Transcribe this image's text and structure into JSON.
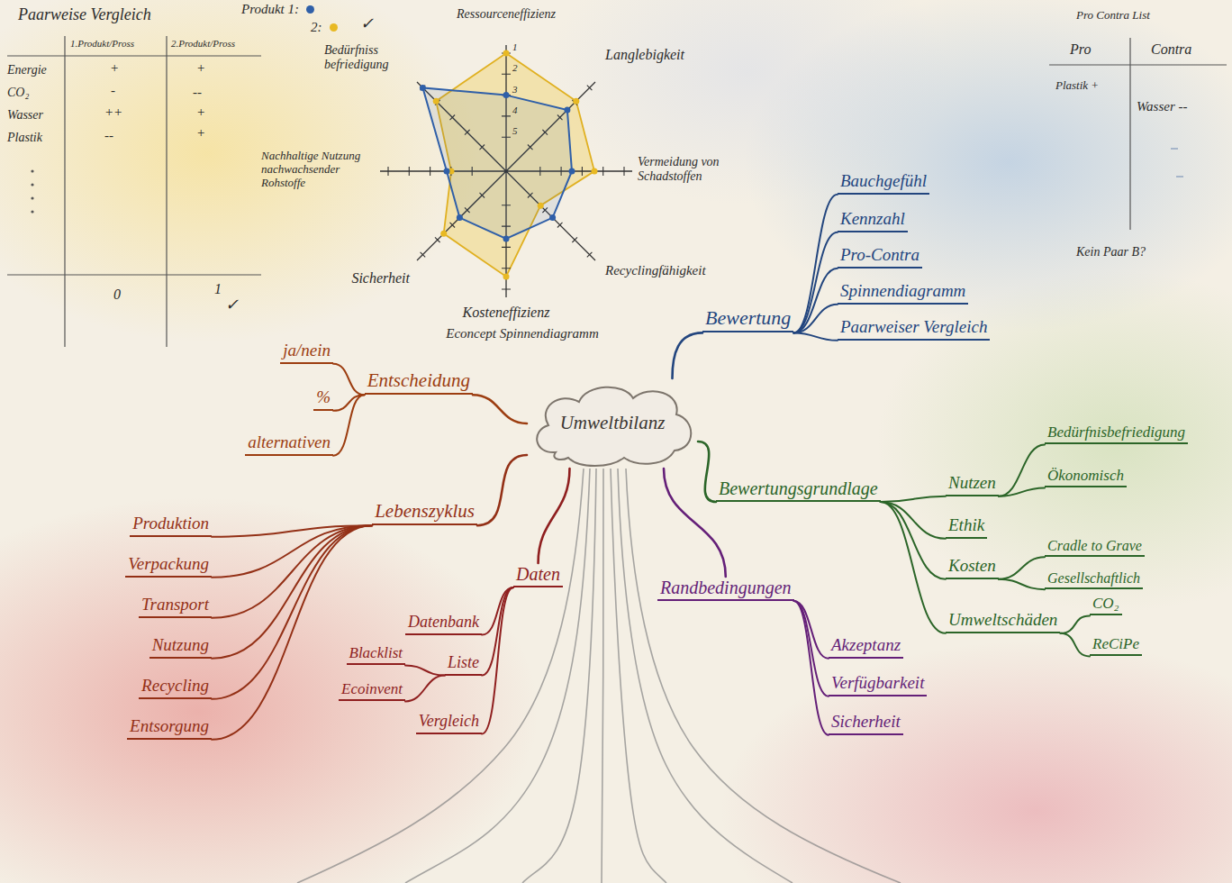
{
  "diagram": {
    "nodes": [
      {
        "text": [
          "Umweltbilanz"
        ]
      },
      {
        "text": [
          "Bewertung"
        ]
      },
      {
        "text": [
          "Bauchgefühl"
        ]
      },
      {
        "text": [
          "Kennzahl"
        ]
      },
      {
        "text": [
          "Pro-Contra"
        ]
      },
      {
        "text": [
          "Spinnendiagramm"
        ]
      },
      {
        "text": [
          "Paarweiser Vergleich"
        ]
      },
      {
        "text": [
          "Bewertungsgrundlage"
        ]
      },
      {
        "text": [
          "Nutzen"
        ]
      },
      {
        "text": [
          "Bedürfnisbefriedigung"
        ]
      },
      {
        "text": [
          "Ökonomisch"
        ]
      },
      {
        "text": [
          "Ethik"
        ]
      },
      {
        "text": [
          "Kosten"
        ]
      },
      {
        "text": [
          "Cradle to Grave"
        ]
      },
      {
        "text": [
          "Gesellschaftlich"
        ]
      },
      {
        "text": [
          "Umweltschäden"
        ]
      },
      {
        "text": [
          "CO₂"
        ]
      },
      {
        "text": [
          "ReCiPe"
        ]
      },
      {
        "text": [
          "Randbedingungen"
        ]
      },
      {
        "text": [
          "Akzeptanz"
        ]
      },
      {
        "text": [
          "Verfügbarkeit"
        ]
      },
      {
        "text": [
          "Sicherheit"
        ]
      },
      {
        "text": [
          "Daten"
        ]
      },
      {
        "text": [
          "Datenbank"
        ]
      },
      {
        "text": [
          "Liste"
        ]
      },
      {
        "text": [
          "Blacklist"
        ]
      },
      {
        "text": [
          "Ecoinvent"
        ]
      },
      {
        "text": [
          "Vergleich"
        ]
      },
      {
        "text": [
          "Lebenszyklus"
        ]
      },
      {
        "text": [
          "Produktion"
        ]
      },
      {
        "text": [
          "Verpackung"
        ]
      },
      {
        "text": [
          "Transport"
        ]
      },
      {
        "text": [
          "Nutzung"
        ]
      },
      {
        "text": [
          "Recycling"
        ]
      },
      {
        "text": [
          "Entsorgung"
        ]
      },
      {
        "text": [
          "Entscheidung"
        ]
      },
      {
        "text": [
          "ja/nein"
        ]
      },
      {
        "text": [
          "%"
        ]
      },
      {
        "text": [
          "alternativen"
        ]
      }
    ],
    "edges": [
      {
        "from": 0,
        "to": 1,
        "arrow": "none"
      },
      {
        "from": 1,
        "to": 2,
        "arrow": "none"
      },
      {
        "from": 1,
        "to": 3,
        "arrow": "none"
      },
      {
        "from": 1,
        "to": 4,
        "arrow": "none"
      },
      {
        "from": 1,
        "to": 5,
        "arrow": "none"
      },
      {
        "from": 1,
        "to": 6,
        "arrow": "none"
      },
      {
        "from": 0,
        "to": 7,
        "arrow": "none"
      },
      {
        "from": 7,
        "to": 8,
        "arrow": "none"
      },
      {
        "from": 8,
        "to": 9,
        "arrow": "none"
      },
      {
        "from": 8,
        "to": 10,
        "arrow": "none"
      },
      {
        "from": 7,
        "to": 11,
        "arrow": "none"
      },
      {
        "from": 7,
        "to": 12,
        "arrow": "none"
      },
      {
        "from": 12,
        "to": 13,
        "arrow": "none"
      },
      {
        "from": 12,
        "to": 14,
        "arrow": "none"
      },
      {
        "from": 7,
        "to": 15,
        "arrow": "none"
      },
      {
        "from": 15,
        "to": 16,
        "arrow": "none"
      },
      {
        "from": 15,
        "to": 17,
        "arrow": "none"
      },
      {
        "from": 0,
        "to": 18,
        "arrow": "none"
      },
      {
        "from": 18,
        "to": 19,
        "arrow": "none"
      },
      {
        "from": 18,
        "to": 20,
        "arrow": "none"
      },
      {
        "from": 18,
        "to": 21,
        "arrow": "none"
      },
      {
        "from": 0,
        "to": 22,
        "arrow": "none"
      },
      {
        "from": 22,
        "to": 23,
        "arrow": "none"
      },
      {
        "from": 22,
        "to": 24,
        "arrow": "none"
      },
      {
        "from": 24,
        "to": 25,
        "arrow": "none"
      },
      {
        "from": 24,
        "to": 26,
        "arrow": "none"
      },
      {
        "from": 22,
        "to": 27,
        "arrow": "none"
      },
      {
        "from": 0,
        "to": 28,
        "arrow": "none"
      },
      {
        "from": 28,
        "to": 29,
        "arrow": "none"
      },
      {
        "from": 28,
        "to": 30,
        "arrow": "none"
      },
      {
        "from": 28,
        "to": 31,
        "arrow": "none"
      },
      {
        "from": 28,
        "to": 32,
        "arrow": "none"
      },
      {
        "from": 28,
        "to": 33,
        "arrow": "none"
      },
      {
        "from": 28,
        "to": 34,
        "arrow": "none"
      },
      {
        "from": 0,
        "to": 35,
        "arrow": "none"
      },
      {
        "from": 35,
        "to": 36,
        "arrow": "none"
      },
      {
        "from": 35,
        "to": 37,
        "arrow": "none"
      },
      {
        "from": 35,
        "to": 38,
        "arrow": "none"
      }
    ],
    "labels": [
      "Paarweise Vergleich",
      "1.Produkt/Pross",
      "2.Produkt/Pross",
      "Energie",
      "+",
      "+",
      "CO₂",
      "-",
      "--",
      "Wasser",
      "++",
      "+",
      "Plastik",
      "--",
      "+",
      "0",
      "1",
      "✓",
      "✓",
      "Ressourceneffizienz",
      "Langlebigkeit",
      "Vermeidung von Schadstoffen",
      "Recyclingfähigkeit",
      "Kosteneffizienz",
      "Econcept Spinnendiagramm",
      "Sicherheit",
      "Nachhaltige Nutzung nachwachsender Rohstoffe",
      "Bedürfniss befriedigung",
      "1",
      "2",
      "3",
      "4",
      "5",
      "Pro Contra List",
      "Pro",
      "Contra",
      "Plastik +",
      "Wasser --",
      "Kein Paar B?"
    ],
    "legend": [
      {
        "text": "Produkt 1:",
        "color": "#2f5fa8"
      },
      {
        "text": "2:",
        "color": "#e8b923"
      }
    ]
  }
}
